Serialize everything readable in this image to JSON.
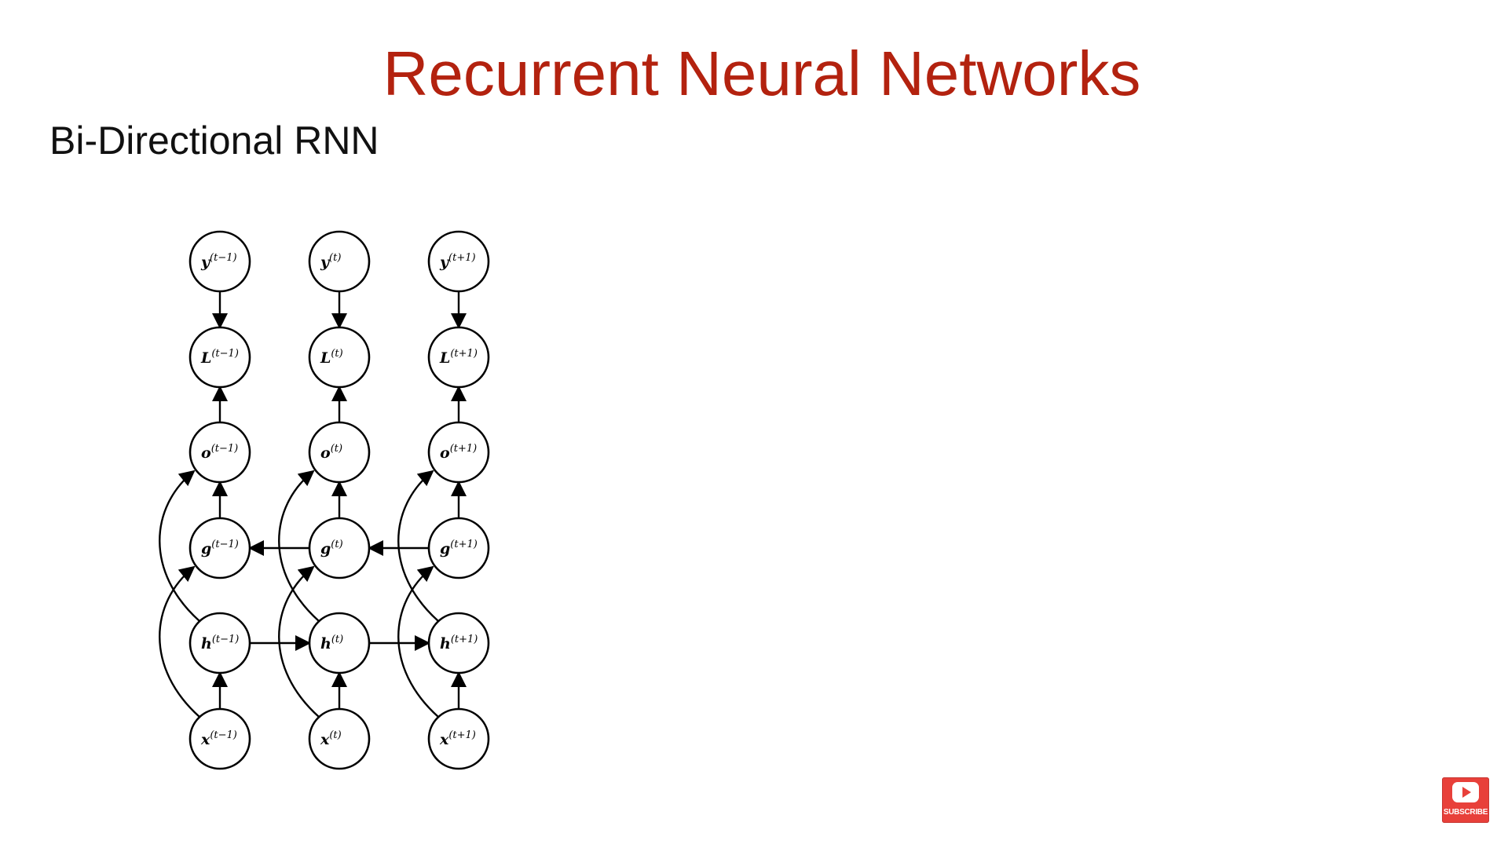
{
  "slide": {
    "title": "Recurrent Neural Networks",
    "subtitle": "Bi-Directional RNN"
  },
  "diagram": {
    "columns": [
      {
        "y": {
          "symbol": "y",
          "superscript": "(t−1)"
        },
        "L": {
          "symbol": "L",
          "superscript": "(t−1)"
        },
        "o": {
          "symbol": "o",
          "superscript": "(t−1)"
        },
        "g": {
          "symbol": "g",
          "superscript": "(t−1)"
        },
        "h": {
          "symbol": "h",
          "superscript": "(t−1)"
        },
        "x": {
          "symbol": "x",
          "superscript": "(t−1)"
        }
      },
      {
        "y": {
          "symbol": "y",
          "superscript": "(t)"
        },
        "L": {
          "symbol": "L",
          "superscript": "(t)"
        },
        "o": {
          "symbol": "o",
          "superscript": "(t)"
        },
        "g": {
          "symbol": "g",
          "superscript": "(t)"
        },
        "h": {
          "symbol": "h",
          "superscript": "(t)"
        },
        "x": {
          "symbol": "x",
          "superscript": "(t)"
        }
      },
      {
        "y": {
          "symbol": "y",
          "superscript": "(t+1)"
        },
        "L": {
          "symbol": "L",
          "superscript": "(t+1)"
        },
        "o": {
          "symbol": "o",
          "superscript": "(t+1)"
        },
        "g": {
          "symbol": "g",
          "superscript": "(t+1)"
        },
        "h": {
          "symbol": "h",
          "superscript": "(t+1)"
        },
        "x": {
          "symbol": "x",
          "superscript": "(t+1)"
        }
      }
    ]
  },
  "subscribe_badge": {
    "label": "SUBSCRIBE",
    "icon": "youtube-play-icon",
    "color": "#e8403a"
  },
  "colors": {
    "title": "#b3220f",
    "subtitle": "#111111",
    "diagram_stroke": "#000000"
  }
}
